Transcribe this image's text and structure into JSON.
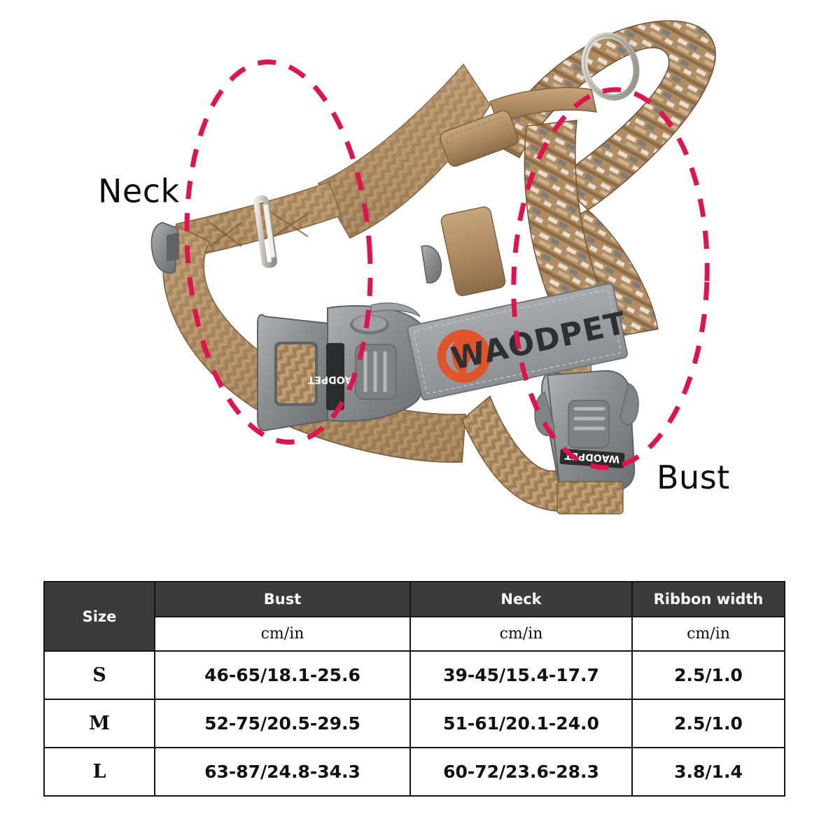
{
  "callouts": {
    "neck": "Neck",
    "bust": "Bust"
  },
  "product": {
    "brand": "WAODPET",
    "buckle_brand": "WAODPET",
    "colors": {
      "webbing_tan": "#b08d63",
      "webbing_tan_dark": "#8d6c47",
      "webbing_tan_light": "#d2b68f",
      "camo_gray": "#7e7d79",
      "camo_cream": "#e8ded0",
      "buckle_gray": "#8a8d8f",
      "buckle_gray_dark": "#6c7073",
      "buckle_gray_light": "#a9adb0",
      "label_gray": "#9a9d9f",
      "logo_orange": "#e0542a",
      "dring_silver": "#c9c6bd",
      "callout_pink": "#e0144c"
    }
  },
  "size_table": {
    "columns": [
      "Size",
      "Bust",
      "Neck",
      "Ribbon width"
    ],
    "unit_row": [
      "",
      "cm/in",
      "cm/in",
      "cm/in"
    ],
    "rows": [
      {
        "size": "S",
        "bust": "46-65/18.1-25.6",
        "neck": "39-45/15.4-17.7",
        "ribbon": "2.5/1.0"
      },
      {
        "size": "M",
        "bust": "52-75/20.5-29.5",
        "neck": "51-61/20.1-24.0",
        "ribbon": "2.5/1.0"
      },
      {
        "size": "L",
        "bust": "63-87/24.8-34.3",
        "neck": "60-72/23.6-28.3",
        "ribbon": "3.8/1.4"
      }
    ]
  }
}
